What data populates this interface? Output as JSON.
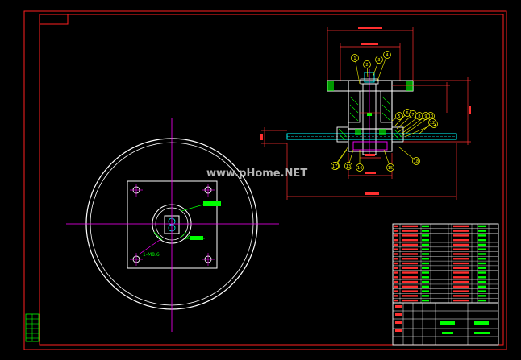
{
  "colors": {
    "background": "#000000",
    "frame": "#ff2020",
    "outline": "#ffffff",
    "centerline": "#ff00ff",
    "dimension": "#ff3030",
    "leader": "#ffff00",
    "part": "#00ffff",
    "hatch": "#00ff00",
    "watermark": "#c8c8c8"
  },
  "watermark": "www.pHome.NET",
  "plan_view": {
    "dim_label": "1-M8.6"
  },
  "section_view": {
    "callouts": [
      {
        "n": "1"
      },
      {
        "n": "2"
      },
      {
        "n": "3"
      },
      {
        "n": "4"
      },
      {
        "n": "5"
      },
      {
        "n": "6"
      },
      {
        "n": "7"
      },
      {
        "n": "8"
      },
      {
        "n": "9"
      },
      {
        "n": "10"
      },
      {
        "n": "11"
      },
      {
        "n": "12"
      },
      {
        "n": "13"
      },
      {
        "n": "14"
      },
      {
        "n": "15"
      },
      {
        "n": "16"
      },
      {
        "n": "17"
      },
      {
        "n": "18"
      }
    ]
  }
}
